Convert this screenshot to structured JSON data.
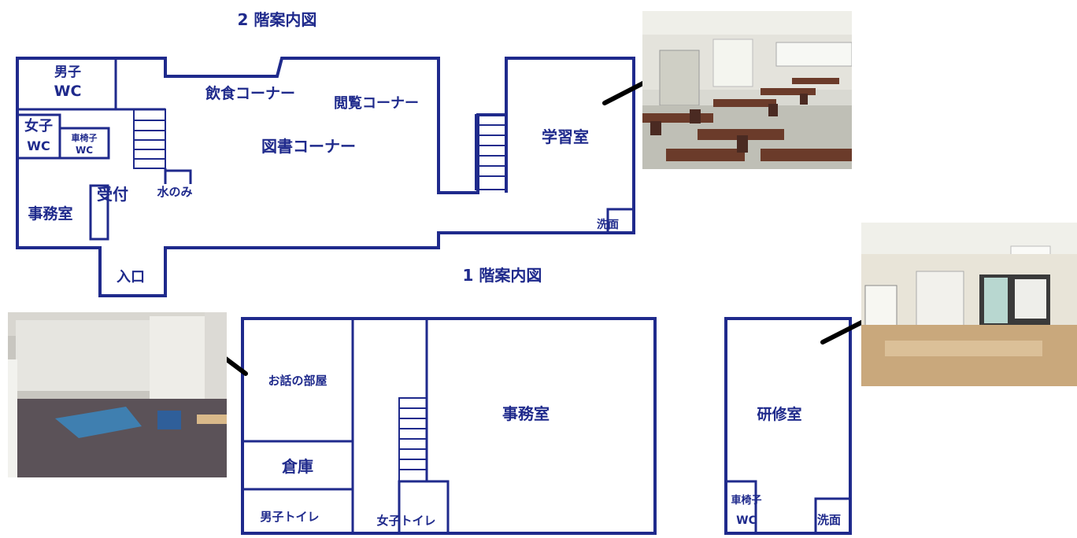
{
  "floor2": {
    "title": "2 階案内図",
    "rooms": {
      "mens_wc_a": "男子",
      "mens_wc_b": "WC",
      "womens_wc_a": "女子",
      "womens_wc_b": "WC",
      "wheelchair_wc_a": "車椅子",
      "wheelchair_wc_b": "WC",
      "dining": "飲食コーナー",
      "reading": "閲覧コーナー",
      "library": "図書コーナー",
      "study": "学習室",
      "reception": "受付",
      "water": "水のみ",
      "office": "事務室",
      "washroom": "洗面",
      "entrance": "入口"
    }
  },
  "floor1": {
    "title": "1 階案内図",
    "rooms": {
      "talk_room": "お話の部屋",
      "storage": "倉庫",
      "mens_toilet": "男子トイレ",
      "womens_toilet": "女子トイレ",
      "office": "事務室",
      "training": "研修室",
      "wheelchair_wc_a": "車椅子",
      "wheelchair_wc_b": "WC",
      "washroom": "洗面"
    }
  },
  "colors": {
    "plan": "#1f2a8c",
    "arrow": "#000000"
  }
}
